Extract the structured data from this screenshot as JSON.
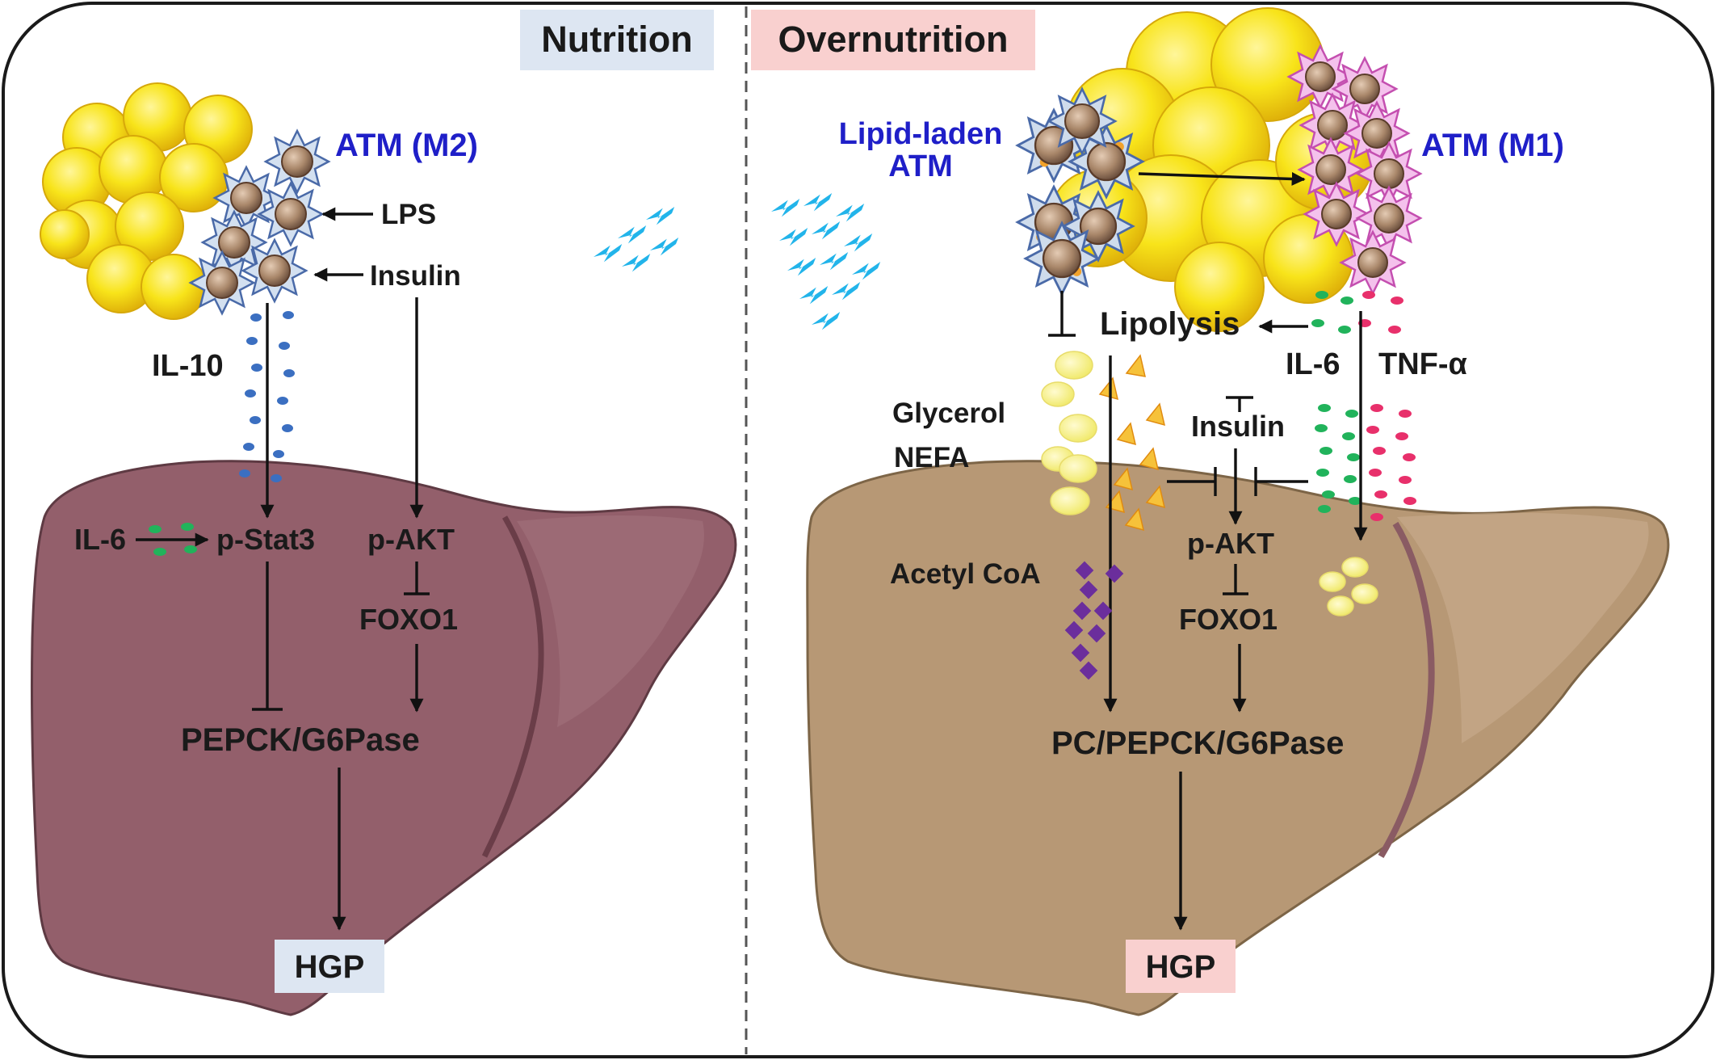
{
  "panels": {
    "left": {
      "header": "Nutrition",
      "atm_label": "ATM (M2)",
      "lps": "LPS",
      "insulin": "Insulin",
      "il10": "IL-10",
      "il6": "IL-6",
      "pstat3": "p-Stat3",
      "pakt": "p-AKT",
      "foxo1": "FOXO1",
      "enzymes": "PEPCK/G6Pase",
      "output": "HGP"
    },
    "right": {
      "header": "Overnutrition",
      "lipid_atm_line1": "Lipid-laden",
      "lipid_atm_line2": "ATM",
      "atm_label": "ATM (M1)",
      "lipolysis": "Lipolysis",
      "il6": "IL-6",
      "tnf": "TNF-α",
      "glycerol": "Glycerol",
      "nefa": "NEFA",
      "insulin": "Insulin",
      "acetyl": "Acetyl CoA",
      "pakt": "p-AKT",
      "foxo1": "FOXO1",
      "enzymes": "PC/PEPCK/G6Pase",
      "output": "HGP"
    }
  },
  "colors": {
    "nutrition_bg": "#dde6f2",
    "overnutrition_bg": "#f9d0cf",
    "liver_left": "#935f6b",
    "liver_right": "#b79875",
    "adipocyte": "#f5e010",
    "m2_macrophage": "#d3e0f0",
    "m1_macrophage": "#f4c1ec",
    "il10_dots": "#3b6fc1",
    "il6_dots": "#21b35b",
    "tnf_dots": "#e8306b",
    "acetyl_coa": "#6b2e9c",
    "glycerol": "#f5f07a",
    "nefa": "#f2b22e",
    "lightning": "#22b4ea"
  },
  "icons": [
    "macrophage-m2-icon",
    "macrophage-m1-icon",
    "lipid-laden-macrophage-icon",
    "adipocyte-icon",
    "lightning-icon",
    "liver-icon"
  ]
}
